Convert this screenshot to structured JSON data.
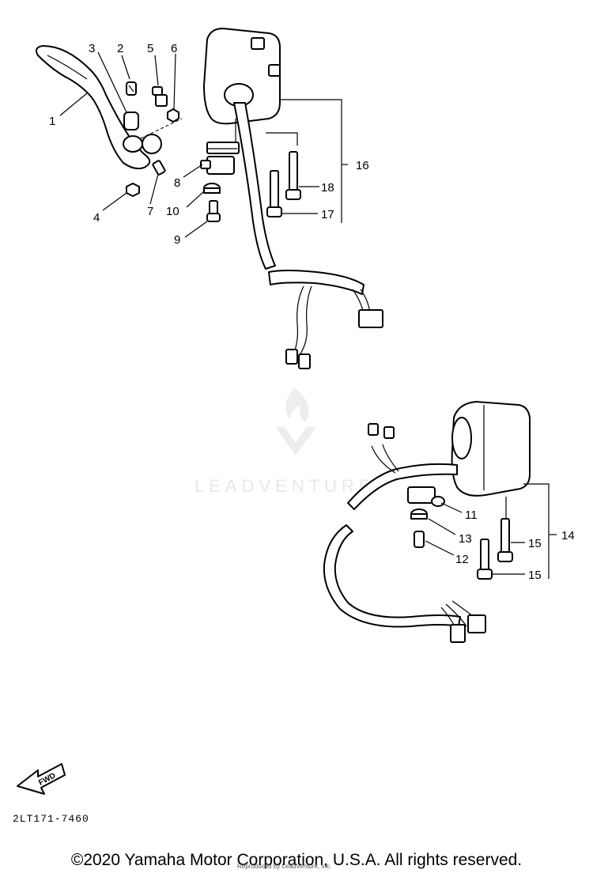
{
  "diagram": {
    "callouts": {
      "c1": "1",
      "c2": "2",
      "c3": "3",
      "c4": "4",
      "c5": "5",
      "c6": "6",
      "c7": "7",
      "c8": "8",
      "c9": "9",
      "c10": "10",
      "c11": "11",
      "c12": "12",
      "c13": "13",
      "c14": "14",
      "c15a": "15",
      "c15b": "15",
      "c16": "16",
      "c17": "17",
      "c18": "18"
    },
    "fwd_label": "FWD",
    "drawing_code": "2LT171-7460"
  },
  "watermark": {
    "text": "LEADVENTURE"
  },
  "footer": {
    "copyright": "©2020 Yamaha Motor Corporation, U.S.A. All rights reserved.",
    "reproduced": "Reproduced by LeadVenture, Inc."
  }
}
